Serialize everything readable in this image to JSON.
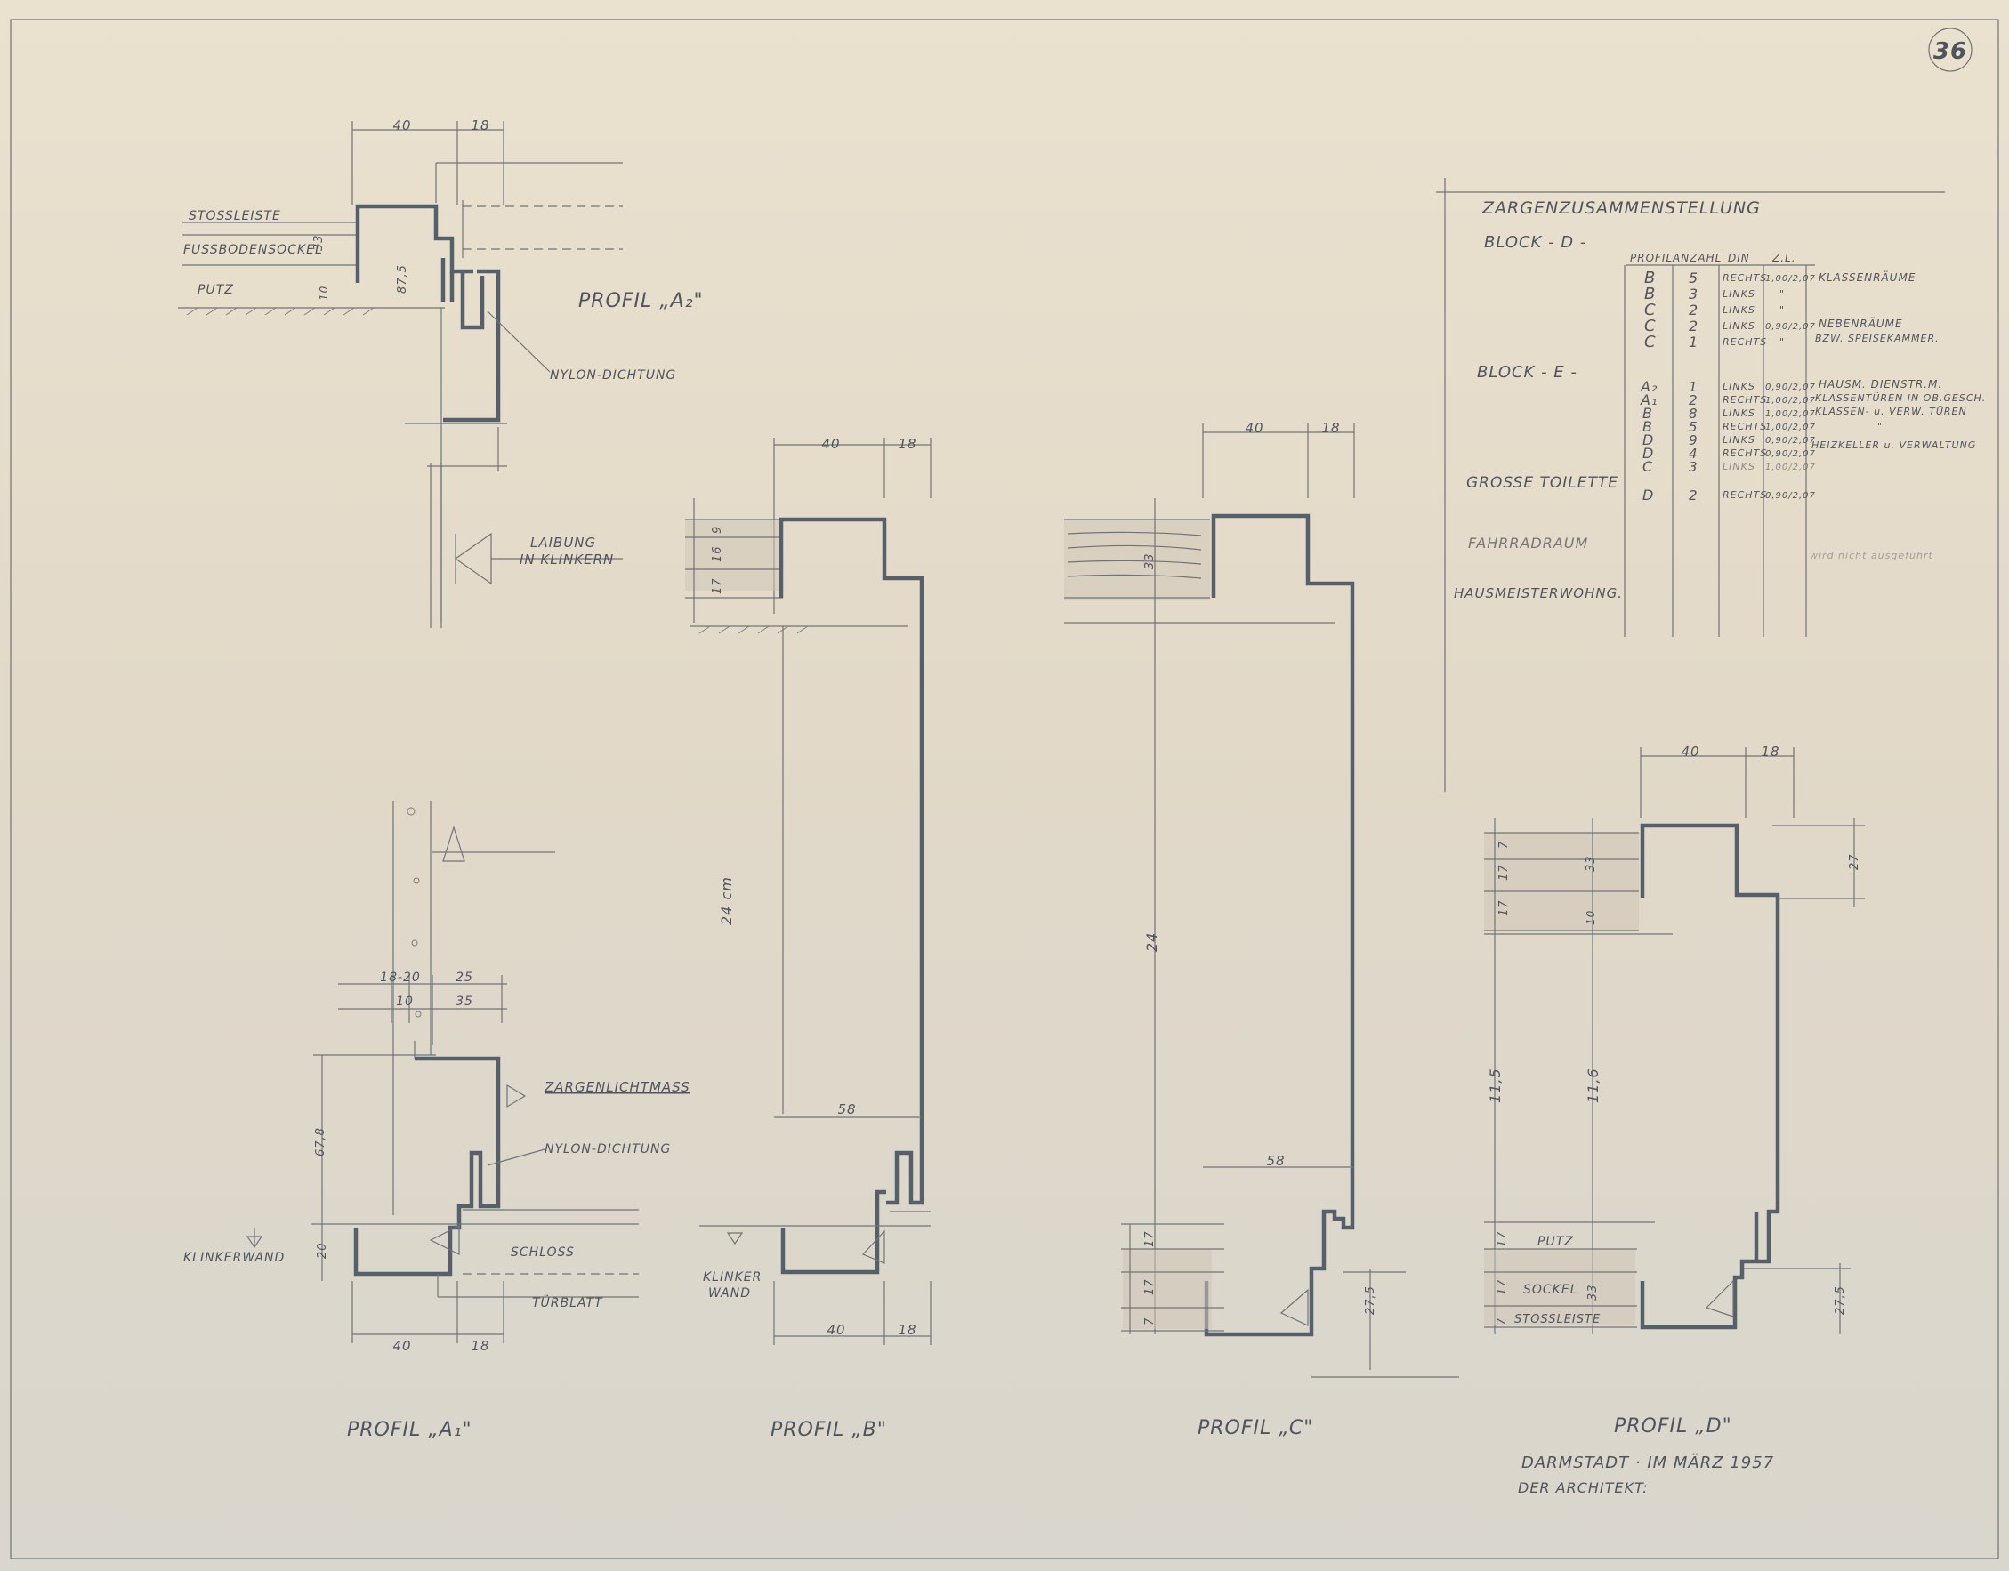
{
  "sheet": {
    "number": "36",
    "footer_place": "DARMSTADT · IM MÄRZ 1957",
    "footer_architect": "DER ARCHITEKT:"
  },
  "profile_a2": {
    "title": "PROFIL „A₂\"",
    "dims_top": [
      "40",
      "18"
    ],
    "stossleiste": "STOSSLEISTE",
    "fussbodensockel": "FUSSBODENSOCKEL",
    "putz": "PUTZ",
    "dim_33": "33",
    "dim_10": "10",
    "dim_875": "87,5",
    "nylon": "NYLON-DICHTUNG",
    "laibung_1": "LAIBUNG",
    "laibung_2": "IN KLINKERN"
  },
  "profile_a1": {
    "title": "PROFIL „A₁\"",
    "dims_top_1": [
      "18-20",
      "25"
    ],
    "dims_top_2": [
      "10",
      "35"
    ],
    "zargenlichtmass": "ZARGENLICHTMASS",
    "nylon": "NYLON-DICHTUNG",
    "dim_678": "67,8",
    "dim_20": "20",
    "klinkerwand": "KLINKERWAND",
    "schloss": "SCHLOSS",
    "tuerblatt": "TÜRBLATT",
    "dims_bottom": [
      "40",
      "18"
    ]
  },
  "profile_b": {
    "title": "PROFIL „B\"",
    "dims_top": [
      "40",
      "18"
    ],
    "dims_left": [
      "9",
      "16",
      "17"
    ],
    "dim_24": "24 cm",
    "dim_58": "58",
    "klinker_1": "KLINKER",
    "klinker_2": "WAND",
    "dims_bottom": [
      "40",
      "18"
    ]
  },
  "profile_c": {
    "title": "PROFIL „C\"",
    "dims_top": [
      "40",
      "18"
    ],
    "dim_33": "33",
    "dim_24": "24",
    "dim_58": "58",
    "dims_left_bottom": [
      "17",
      "17",
      "7"
    ],
    "dim_275": "27,5"
  },
  "profile_d": {
    "title": "PROFIL „D\"",
    "dims_top": [
      "40",
      "18"
    ],
    "dims_left_top": [
      "7",
      "17",
      "17"
    ],
    "dim_33": "33",
    "dim_10": "10",
    "dim_27": "27",
    "dim_115": "11,5",
    "dim_116": "11,6",
    "putz": "PUTZ",
    "sockel": "SOCKEL",
    "stossleiste": "STOSSLEISTE",
    "dims_left_bottom": [
      "17",
      "17",
      "7"
    ],
    "dim_33b": "33",
    "dim_275": "27,5"
  },
  "schedule": {
    "title": "ZARGENZUSAMMENSTELLUNG",
    "headers": [
      "PROFIL",
      "ANZAHL",
      "DIN",
      "Z.L."
    ],
    "block_d": "BLOCK - D -",
    "block_e": "BLOCK - E -",
    "grosse_toilette": "GROSSE TOILETTE",
    "fahrradraum": "FAHRRADRAUM",
    "hausmeisterwohng": "HAUSMEISTERWOHNG.",
    "note_faded": "wird nicht ausgeführt",
    "rows_d": [
      {
        "profil": "B",
        "anzahl": "5",
        "din": "RECHTS",
        "zl": "1,00/2,07",
        "use": "KLASSENRÄUME"
      },
      {
        "profil": "B",
        "anzahl": "3",
        "din": "LINKS",
        "zl": "\"",
        "use": ""
      },
      {
        "profil": "C",
        "anzahl": "2",
        "din": "LINKS",
        "zl": "\"",
        "use": ""
      },
      {
        "profil": "C",
        "anzahl": "2",
        "din": "LINKS",
        "zl": "0,90/2,07",
        "use": "NEBENRÄUME"
      },
      {
        "profil": "C",
        "anzahl": "1",
        "din": "RECHTS",
        "zl": "\"",
        "use": "BZW. SPEISEKAMMER."
      }
    ],
    "rows_e": [
      {
        "profil": "A₂",
        "anzahl": "1",
        "din": "LINKS",
        "zl": "0,90/2,07",
        "use": "HAUSM. DIENSTR.M."
      },
      {
        "profil": "A₁",
        "anzahl": "2",
        "din": "RECHTS",
        "zl": "1,00/2,07",
        "use": "KLASSENTÜREN IN OB.GESCH."
      },
      {
        "profil": "B",
        "anzahl": "8",
        "din": "LINKS",
        "zl": "1,00/2,07",
        "use": "KLASSEN- u. VERW. TÜREN"
      },
      {
        "profil": "B",
        "anzahl": "5",
        "din": "RECHTS",
        "zl": "1,00/2,07",
        "use": "\""
      },
      {
        "profil": "D",
        "anzahl": "9",
        "din": "LINKS",
        "zl": "0,90/2,07",
        "use": "HEIZKELLER u. VERWALTUNG"
      },
      {
        "profil": "D",
        "anzahl": "4",
        "din": "RECHTS",
        "zl": "0,90/2,07",
        "use": ""
      },
      {
        "profil": "C",
        "anzahl": "3",
        "din": "LINKS",
        "zl": "1,00/2,07",
        "use": ""
      }
    ],
    "row_toilette": {
      "profil": "D",
      "anzahl": "2",
      "din": "RECHTS",
      "zl": "0,90/2,07",
      "use": ""
    }
  }
}
